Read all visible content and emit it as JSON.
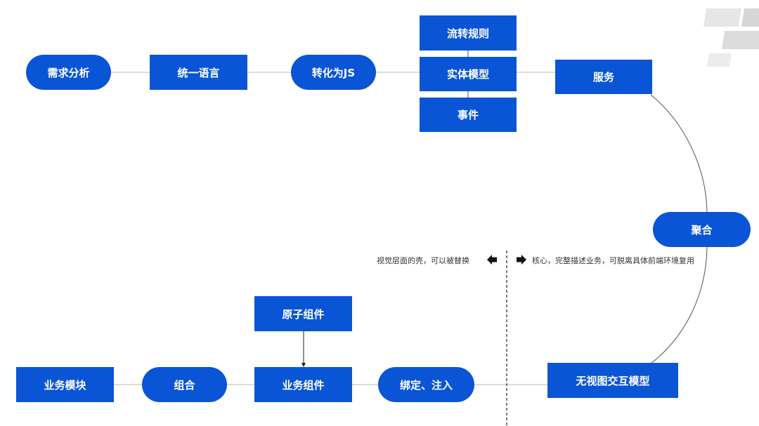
{
  "colors": {
    "node_fill": "#0a55d6",
    "line": "#bbbbbb",
    "text": "#ffffff"
  },
  "nodes": {
    "xuqiu": "需求分析",
    "tongyi": "统一语言",
    "zhuanhua": "转化为JS",
    "liuzhuan": "流转规则",
    "shiti": "实体模型",
    "shijian": "事件",
    "fuwu": "服务",
    "juhe": "聚合",
    "wushitu": "无视图交互模型",
    "bangding": "绑定、注入",
    "yewuzujian": "业务组件",
    "yuanzi": "原子组件",
    "zuhe": "组合",
    "yewumokuai": "业务模块"
  },
  "notes": {
    "left": "视觉层面的壳，可以被替换",
    "right": "核心，完整描述业务，可脱离具体前端环境复用"
  },
  "icons": {
    "left_arrow": "arrow-left-icon",
    "right_arrow": "arrow-right-icon"
  }
}
